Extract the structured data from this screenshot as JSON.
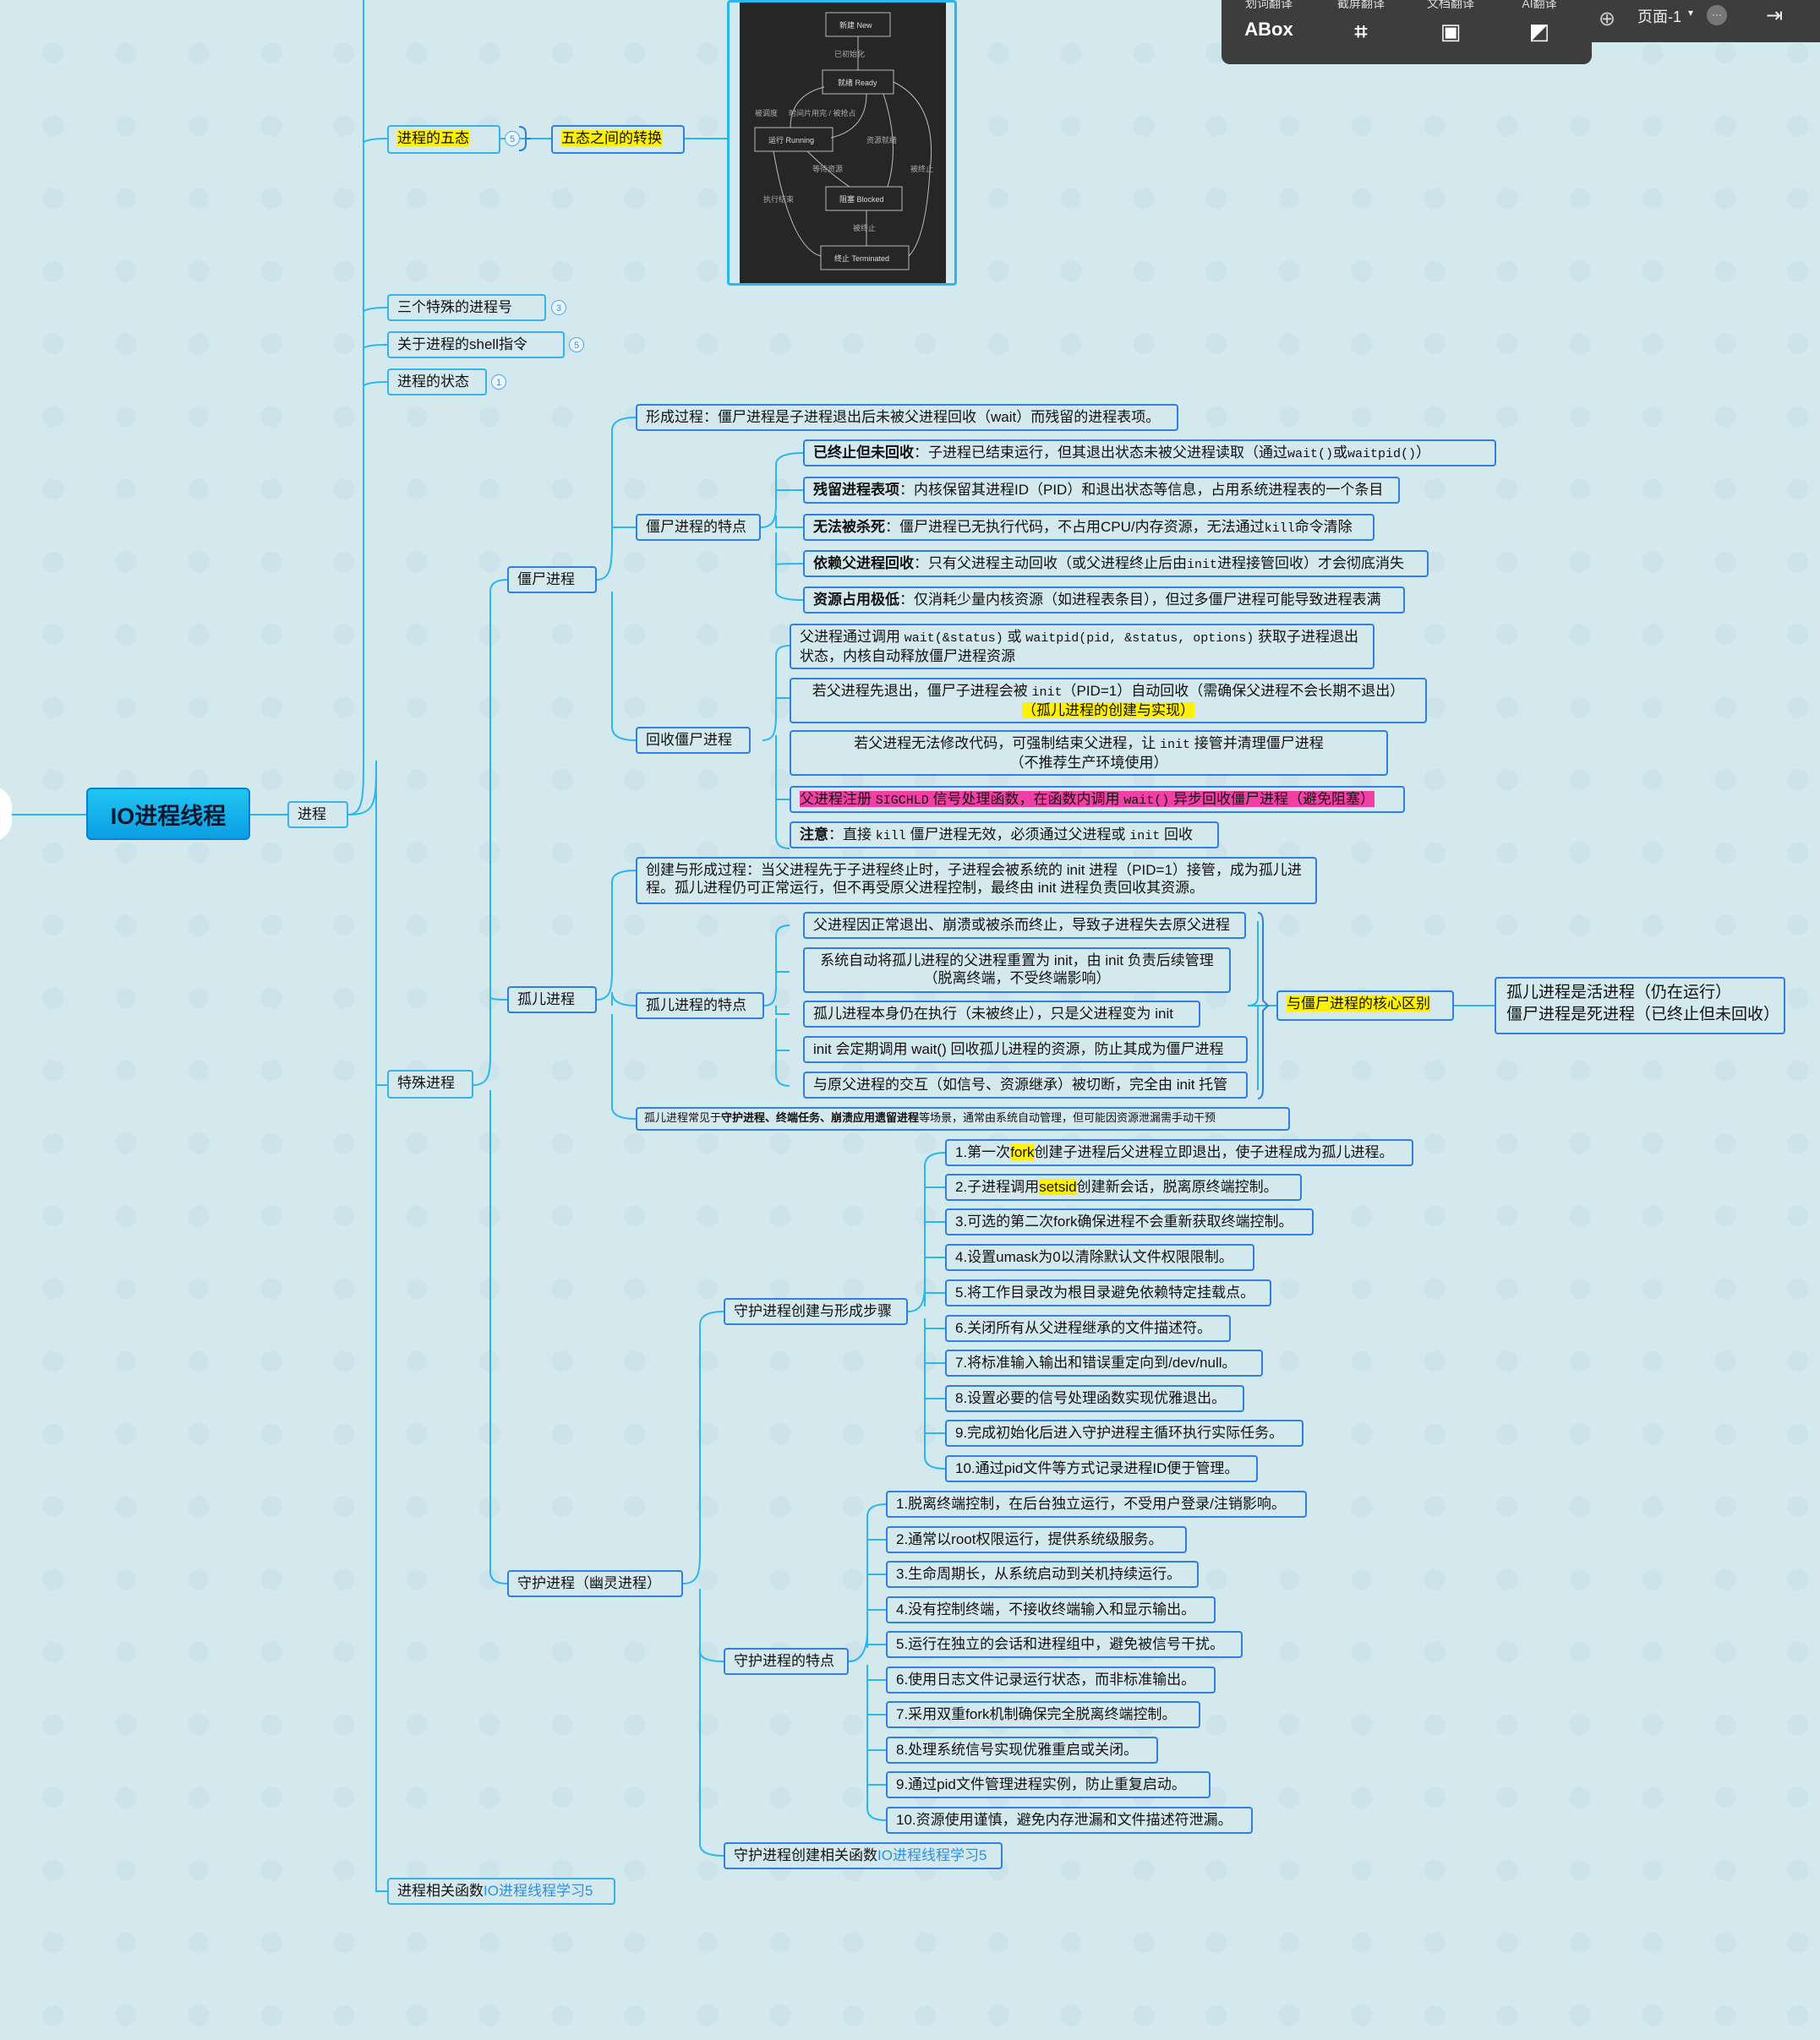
{
  "toolbar": {
    "item1": "ABox",
    "item1_label": "划词翻译",
    "item2_label": "截屏翻译",
    "item3_label": "文档翻译",
    "item4_label": "AI翻译",
    "page_label": "页面-1"
  },
  "root": "IO进程线程",
  "n_process": "进程",
  "n_five_states": "进程的五态",
  "badge_five": "5",
  "n_five_trans": "五态之间的转换",
  "n_three_special": "三个特殊的进程号",
  "badge_three": "3",
  "n_shell": "关于进程的shell指令",
  "badge_shell": "5",
  "n_state": "进程的状态",
  "badge_state": "1",
  "n_special": "特殊进程",
  "n_zombie": "僵尸进程",
  "z_form": "形成过程：僵尸进程是子进程退出后未被父进程回收（wait）而残留的进程表项。",
  "z_feat": "僵尸进程的特点",
  "zf1_b": "已终止但未回收",
  "zf1": "：子进程已结束运行，但其退出状态未被父进程读取（通过",
  "zf1_c1": "wait()",
  "zf1_m": "或",
  "zf1_c2": "waitpid()",
  "zf1_e": "）",
  "zf2_b": "残留进程表项",
  "zf2": "：内核保留其进程ID（PID）和退出状态等信息，占用系统进程表的一个条目",
  "zf3_b": "无法被杀死",
  "zf3": "：僵尸进程已无执行代码，不占用CPU/内存资源，无法通过",
  "zf3_c": "kill",
  "zf3_e": "命令清除",
  "zf4_b": "依赖父进程回收",
  "zf4": "：只有父进程主动回收（或父进程终止后由",
  "zf4_c": "init",
  "zf4_e": "进程接管回收）才会彻底消失",
  "zf5_b": "资源占用极低",
  "zf5": "：仅消耗少量内核资源（如进程表条目），但过多僵尸进程可能导致进程表满",
  "z_reap": "回收僵尸进程",
  "zr1_a": "父进程通过调用 ",
  "zr1_c1": "wait(&status)",
  "zr1_m": " 或 ",
  "zr1_c2": "waitpid(pid, &status, options)",
  "zr1_b": " 获取子进程退出状态，内核自动释放僵尸进程资源",
  "zr2_a": "若父进程先退出，僵尸子进程会被 ",
  "zr2_c": "init",
  "zr2_b": "（PID=1）自动回收（需确保父进程不会长期不退出）",
  "zr2_hl": "（孤儿进程的创建与实现）",
  "zr3_a": "若父进程无法修改代码，可强制结束父进程，让 ",
  "zr3_c": "init",
  "zr3_b": " 接管并清理僵尸进程",
  "zr3_l2": "（不推荐生产环境使用）",
  "zr4_a": "父进程注册 ",
  "zr4_c1": "SIGCHLD",
  "zr4_m": " 信号处理函数，在函数内调用 ",
  "zr4_c2": "wait()",
  "zr4_b": " 异步回收僵尸进程（避免阻塞）",
  "zr5_b": "注意",
  "zr5_a": "：直接 ",
  "zr5_c1": "kill",
  "zr5_m": " 僵尸进程无效，必须通过父进程或 ",
  "zr5_c2": "init",
  "zr5_e": " 回收",
  "n_orphan": "孤儿进程",
  "o_form": "创建与形成过程：当父进程先于子进程终止时，子进程会被系统的 init 进程（PID=1）接管，成为孤儿进程。孤儿进程仍可正常运行，但不再受原父进程控制，最终由 init 进程负责回收其资源。",
  "o_feat": "孤儿进程的特点",
  "of1": "父进程因正常退出、崩溃或被杀而终止，导致子进程失去原父进程",
  "of2_l1": "系统自动将孤儿进程的父进程重置为 init，由 init 负责后续管理",
  "of2_l2": "（脱离终端，不受终端影响）",
  "of3": "孤儿进程本身仍在执行（未被终止），只是父进程变为 init",
  "of4": "init 会定期调用 wait() 回收孤儿进程的资源，防止其成为僵尸进程",
  "of5": "与原父进程的交互（如信号、资源继承）被切断，完全由 init 托管",
  "o_diff": "与僵尸进程的核心区别",
  "o_diff_l1": "孤儿进程是活进程（仍在运行）",
  "o_diff_l2": "僵尸进程是死进程（已终止但未回收）",
  "o_note_a": "孤儿进程常见于",
  "o_note_b": "守护进程、终端任务、崩溃应用遗留进程",
  "o_note_c": "等场景，通常由系统自动管理，但可能因资源泄漏需手动干预",
  "n_daemon": "守护进程（幽灵进程）",
  "d_steps": "守护进程创建与形成步骤",
  "ds1_a": "1.第一次",
  "ds1_hl": "fork",
  "ds1_b": "创建子进程后父进程立即退出，使子进程成为孤儿进程。",
  "ds2_a": "2.子进程调用",
  "ds2_hl": "setsid",
  "ds2_b": "创建新会话，脱离原终端控制。",
  "ds3": "3.可选的第二次fork确保进程不会重新获取终端控制。",
  "ds4": "4.设置umask为0以清除默认文件权限限制。",
  "ds5": "5.将工作目录改为根目录避免依赖特定挂载点。",
  "ds6": "6.关闭所有从父进程继承的文件描述符。",
  "ds7": "7.将标准输入输出和错误重定向到/dev/null。",
  "ds8": "8.设置必要的信号处理函数实现优雅退出。",
  "ds9": "9.完成初始化后进入守护进程主循环执行实际任务。",
  "ds10": "10.通过pid文件等方式记录进程ID便于管理。",
  "d_feat": "守护进程的特点",
  "df1": "1.脱离终端控制，在后台独立运行，不受用户登录/注销影响。",
  "df2": "2.通常以root权限运行，提供系统级服务。",
  "df3": "3.生命周期长，从系统启动到关机持续运行。",
  "df4": "4.没有控制终端，不接收终端输入和显示输出。",
  "df5": "5.运行在独立的会话和进程组中，避免被信号干扰。",
  "df6": "6.使用日志文件记录运行状态，而非标准输出。",
  "df7": "7.采用双重fork机制确保完全脱离终端控制。",
  "df8": "8.处理系统信号实现优雅重启或关闭。",
  "df9": "9.通过pid文件管理进程实例，防止重复启动。",
  "df10": "10.资源使用谨慎，避免内存泄漏和文件描述符泄漏。",
  "d_funcs_a": "守护进程创建相关函数",
  "d_funcs_link": "IO进程线程学习5",
  "n_funcs_a": "进程相关函数",
  "n_funcs_link": "IO进程线程学习5",
  "flow": {
    "new": "新建 New",
    "admitted": "已初始化",
    "ready": "就绪 Ready",
    "dispatch": "被调度",
    "timeout": "时间片用完 / 被抢占",
    "running": "运行 Running",
    "io_wait": "等待资源",
    "resource_ok": "资源就绪",
    "exit": "执行结束",
    "blocked": "阻塞 Blocked",
    "killed": "被终止",
    "killed2": "被终止",
    "terminated": "终止 Terminated"
  }
}
